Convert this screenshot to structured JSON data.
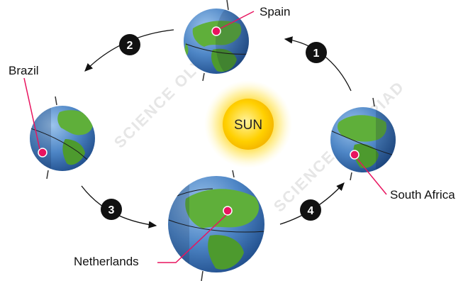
{
  "sun": {
    "label": "SUN"
  },
  "steps": [
    "1",
    "2",
    "3",
    "4"
  ],
  "places": {
    "spain": "Spain",
    "brazil": "Brazil",
    "south_africa": "South Africa",
    "netherlands": "Netherlands"
  },
  "watermark": {
    "text": "SCIENCE OLYMPIAD"
  },
  "colors": {
    "marker": "#e8145f",
    "ocean": "#4e86c6",
    "land": "#5faf3a",
    "sun": "#ffd20a",
    "step_badge": "#111111"
  }
}
